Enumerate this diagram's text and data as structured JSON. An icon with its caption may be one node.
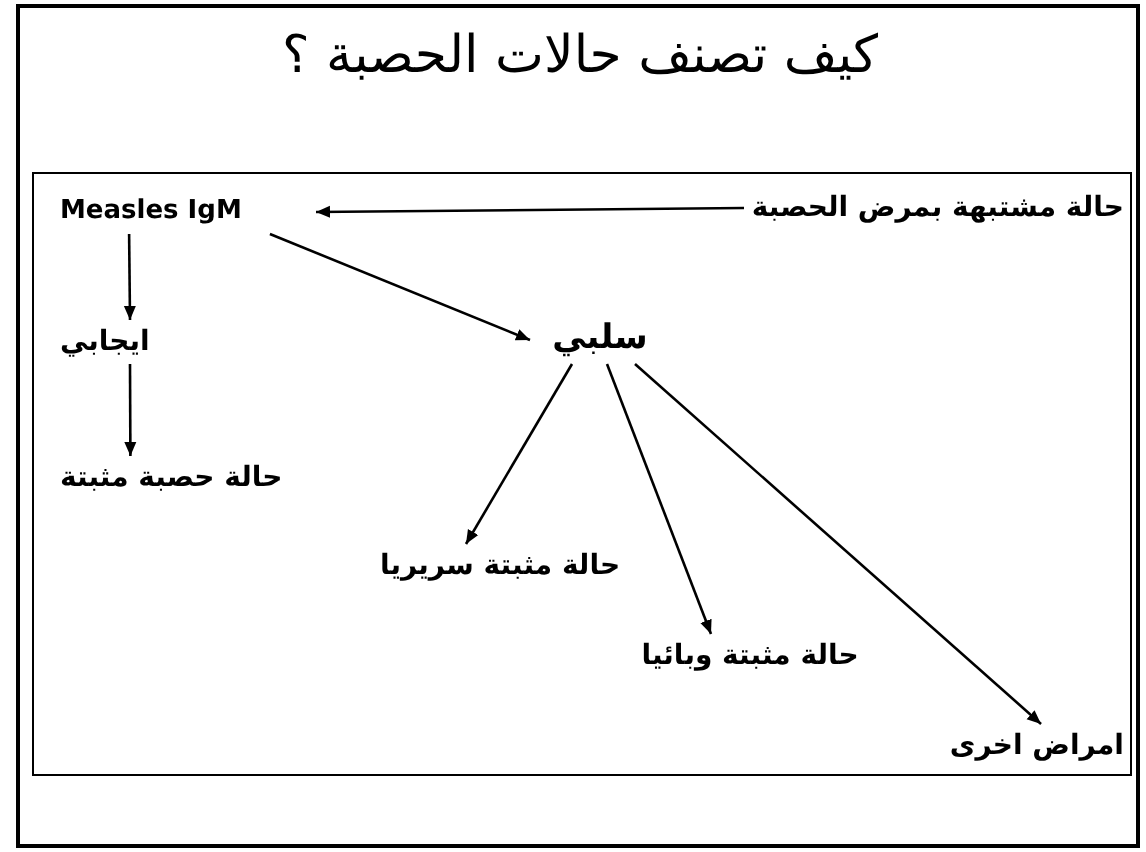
{
  "diagram": {
    "title": "كيف تصنف حالات الحصبة ؟",
    "nodes": [
      {
        "text": [
          "Measles IgM"
        ]
      },
      {
        "text": [
          "حالة مشتبهة بمرض الحصبة"
        ]
      },
      {
        "text": [
          "ايجابي"
        ]
      },
      {
        "text": [
          "سلبي"
        ]
      },
      {
        "text": [
          "حالة حصبة مثبتة"
        ]
      },
      {
        "text": [
          "حالة مثبتة سريريا"
        ]
      },
      {
        "text": [
          "حالة مثبتة وبائيا"
        ]
      },
      {
        "text": [
          "امراض اخرى"
        ]
      }
    ],
    "edges": [
      {
        "from": 1,
        "to": 0,
        "arrow": "to"
      },
      {
        "from": 0,
        "to": 2,
        "arrow": "to"
      },
      {
        "from": 2,
        "to": 4,
        "arrow": "to"
      },
      {
        "from": 0,
        "to": 3,
        "arrow": "to"
      },
      {
        "from": 3,
        "to": 5,
        "arrow": "to"
      },
      {
        "from": 3,
        "to": 6,
        "arrow": "to"
      },
      {
        "from": 3,
        "to": 7,
        "arrow": "to"
      }
    ]
  }
}
